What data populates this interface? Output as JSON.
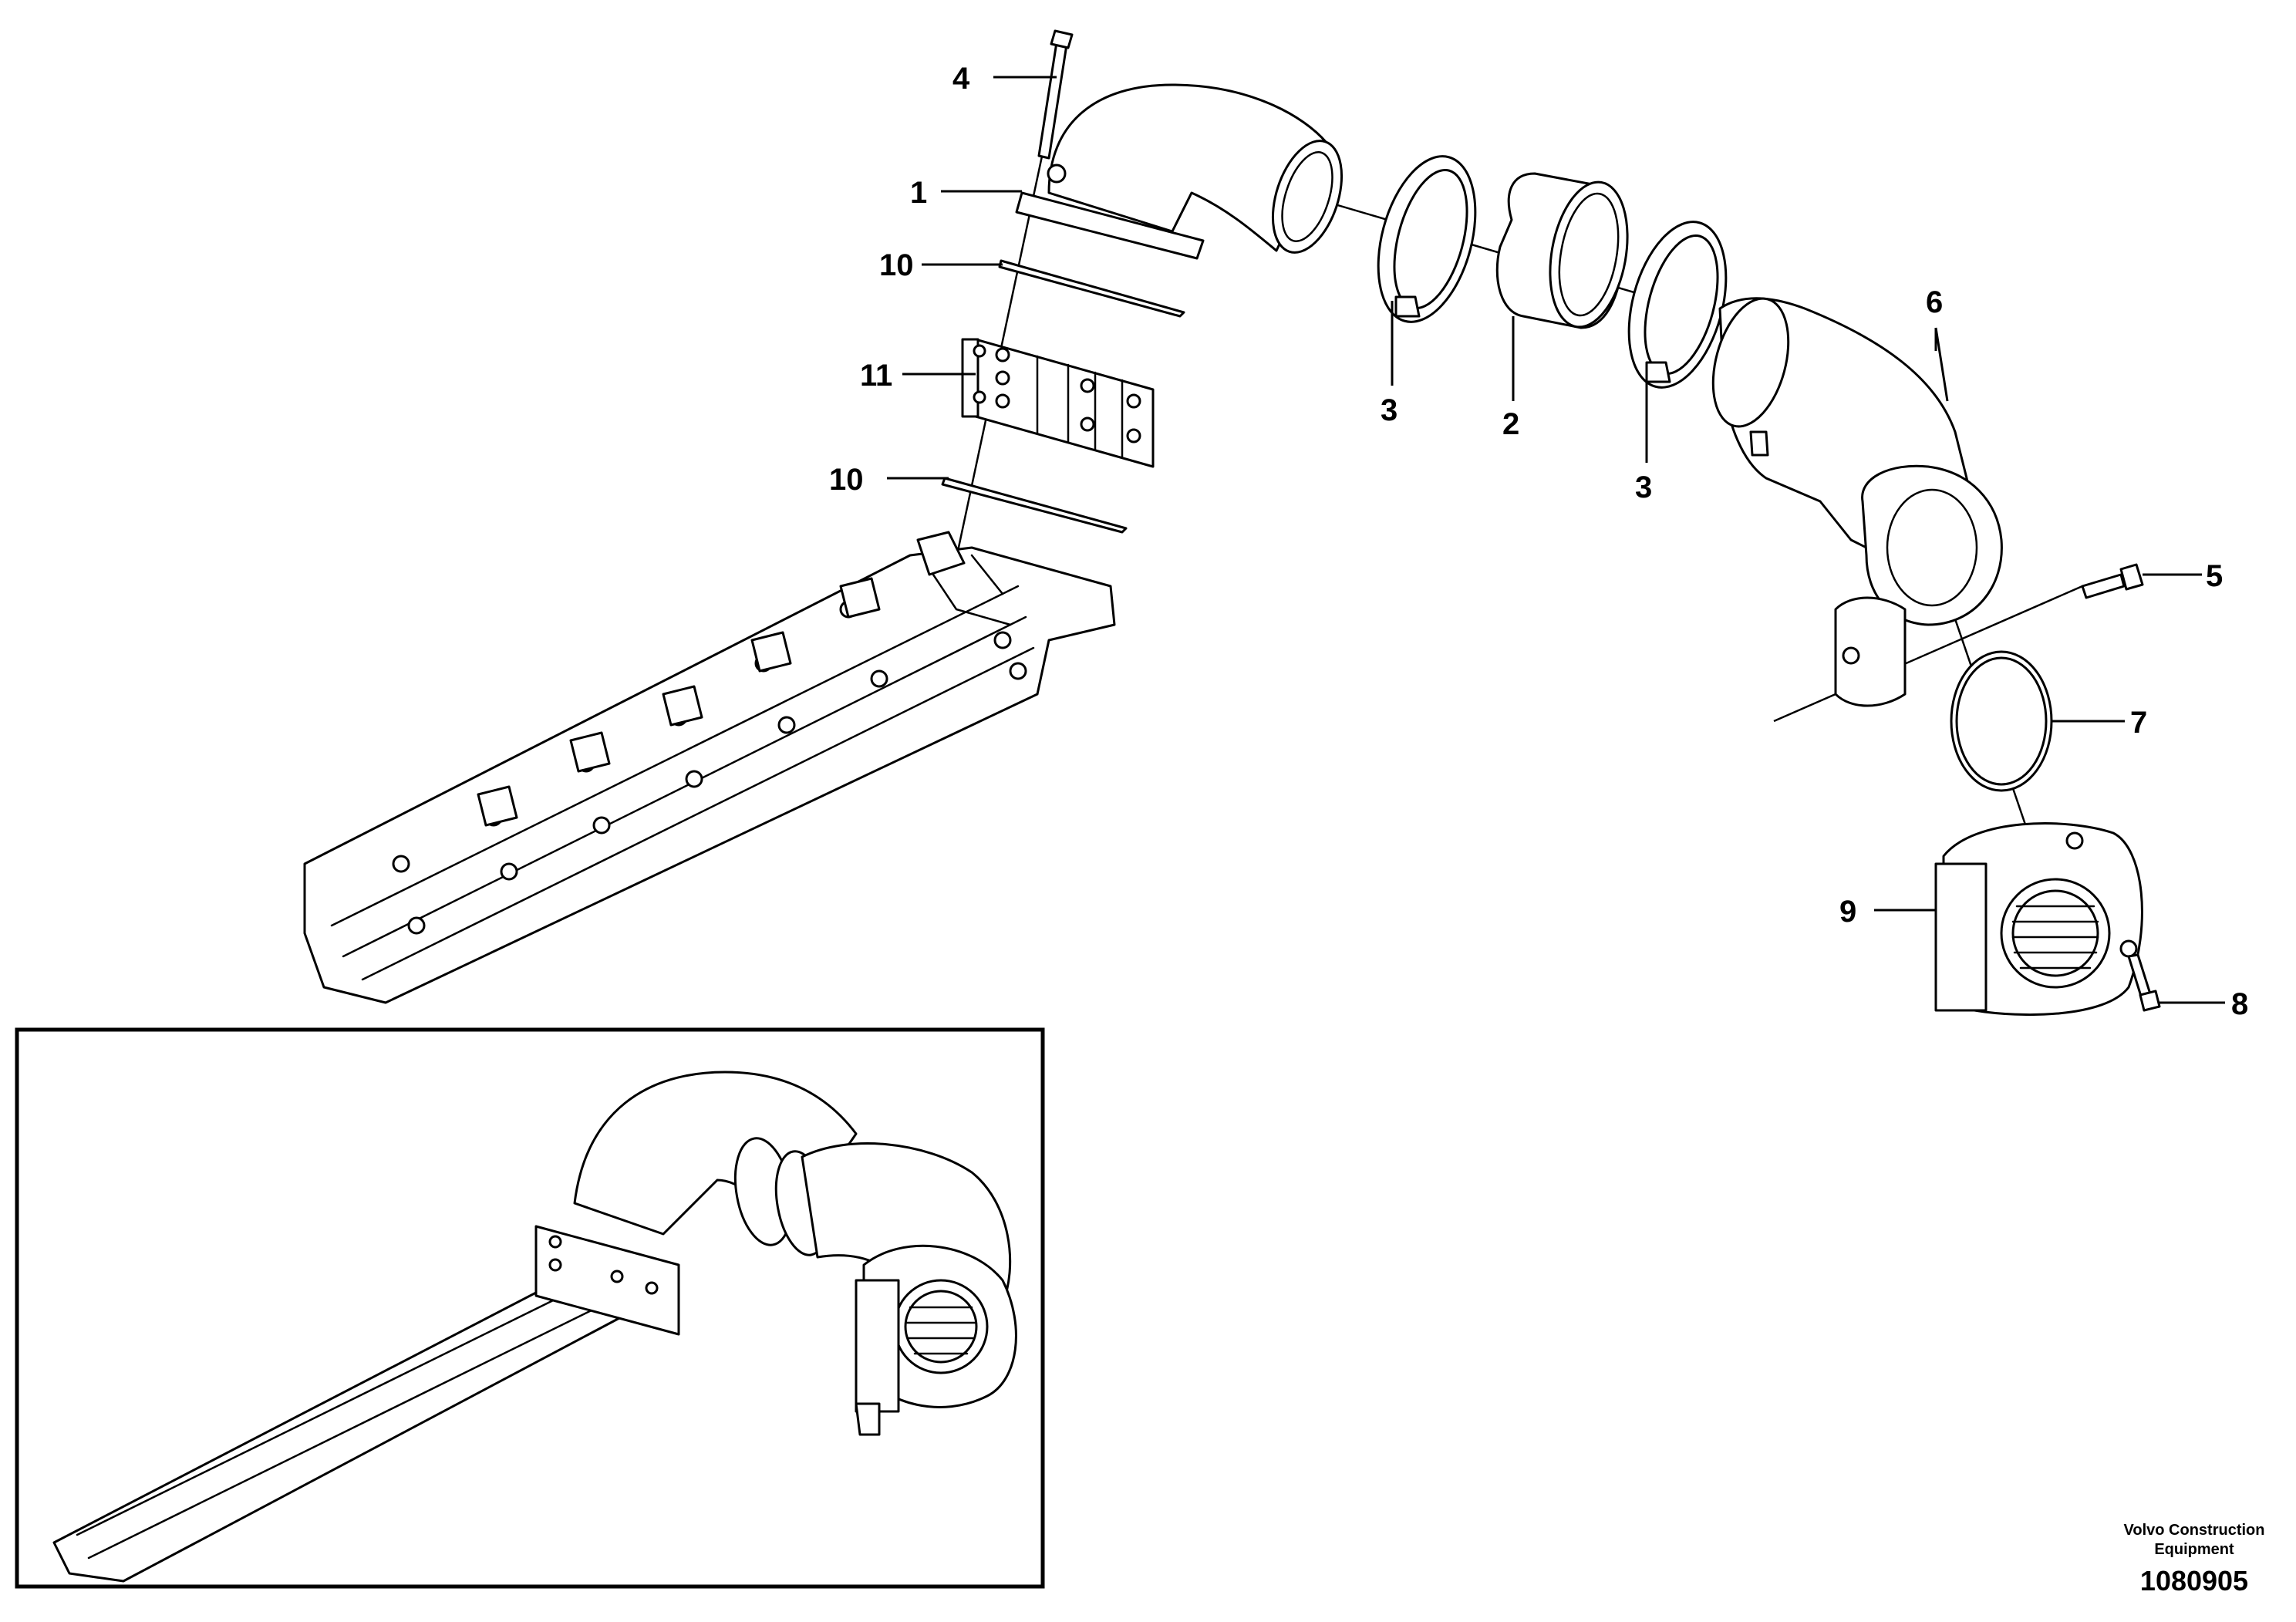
{
  "callouts": {
    "c1": "1",
    "c2": "2",
    "c3a": "3",
    "c3b": "3",
    "c4": "4",
    "c5": "5",
    "c6": "6",
    "c7": "7",
    "c8": "8",
    "c9": "9",
    "c10a": "10",
    "c10b": "10",
    "c11": "11"
  },
  "footer": {
    "brand_line1": "Volvo Construction",
    "brand_line2": "Equipment",
    "drawing_number": "1080905"
  }
}
